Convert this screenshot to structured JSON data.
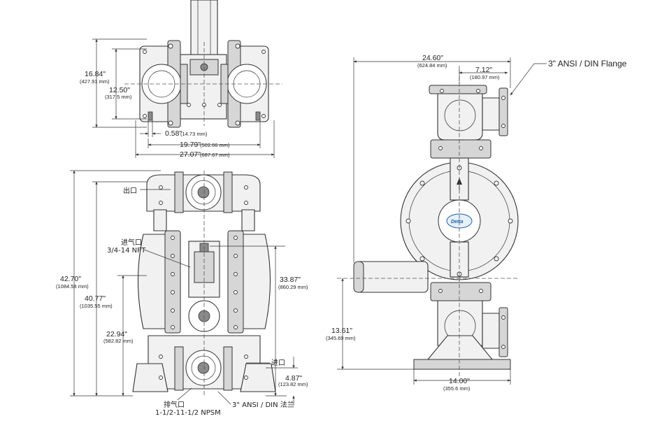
{
  "top_view": {
    "height_total": "16.84\"",
    "height_total_mm": "(427.91 mm)",
    "height_inner": "12.50\"",
    "height_inner_mm": "(317.5 mm)",
    "offset": "0.58\"",
    "offset_mm": "(14.73 mm)",
    "width_inner": "19.79\"",
    "width_inner_mm": "(502.66 mm)",
    "width_total": "27.07\"",
    "width_total_mm": "(687.67 mm)"
  },
  "front_view": {
    "outlet_label": "出口",
    "air_inlet_label": "进气口",
    "air_inlet_thread": "3/4-14 NPT",
    "height_total": "42.70\"",
    "height_total_mm": "(1084.58 mm)",
    "height_2": "40.77\"",
    "height_2_mm": "(1035.55 mm)",
    "height_air": "33.87\"",
    "height_air_mm": "(860.29 mm)",
    "height_3": "22.94\"",
    "height_3_mm": "(582.82 mm)",
    "inlet_label": "进口",
    "inlet_height": "4.87\"",
    "inlet_height_mm": "(123.82 mm)",
    "exhaust_label": "排气口",
    "exhaust_thread": "1-1/2-11-1/2 NPSM",
    "flange_label": "3\" ANSI / DIN 法兰"
  },
  "side_view": {
    "width_total": "24.60\"",
    "width_total_mm": "(624.84 mm)",
    "flange_offset": "7.12\"",
    "flange_offset_mm": "(180.97 mm)",
    "flange_label": "3\" ANSI / DIN Flange",
    "height_air": "13.61\"",
    "height_air_mm": "(345.69 mm)",
    "base_width": "14.00\"",
    "base_width_mm": "(355.6 mm)",
    "logo_text": "Detta"
  }
}
